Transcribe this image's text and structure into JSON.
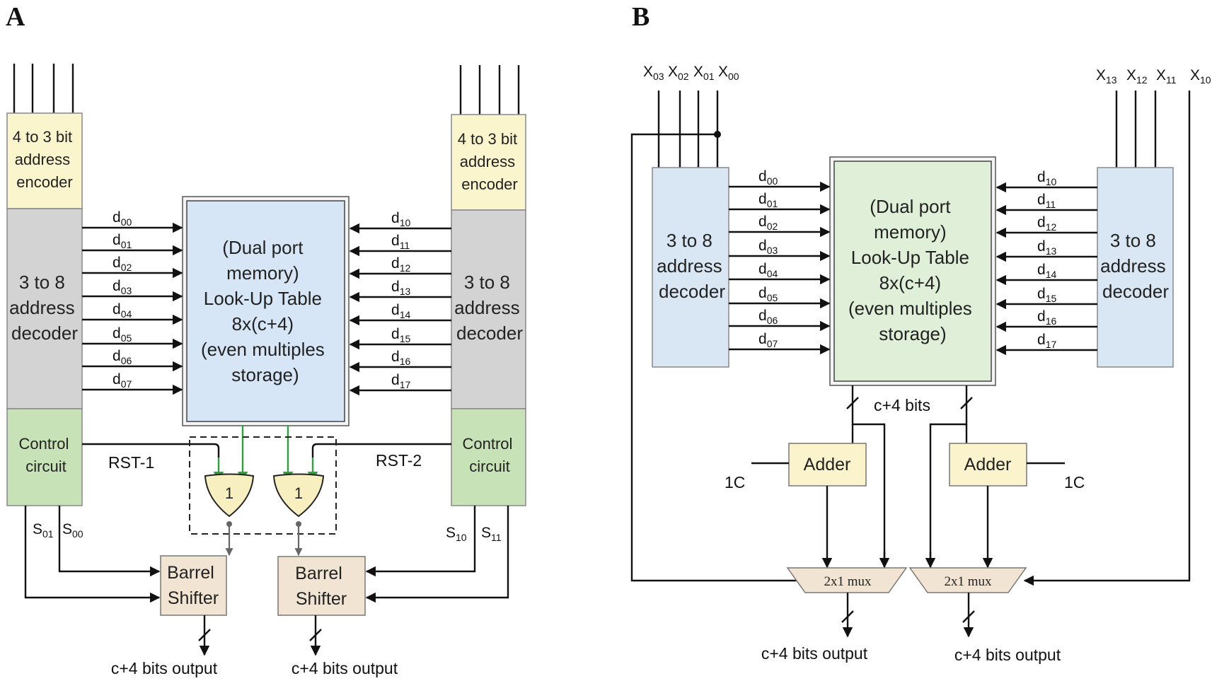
{
  "panels": {
    "a": {
      "label": "A",
      "encoder_left": [
        "4 to 3 bit",
        "address",
        "encoder"
      ],
      "encoder_right": [
        "4 to 3 bit",
        "address",
        "encoder"
      ],
      "decoder_left": [
        "3 to 8",
        "address",
        "decoder"
      ],
      "decoder_right": [
        "3 to 8",
        "address",
        "decoder"
      ],
      "control_left": [
        "Control",
        "circuit"
      ],
      "control_right": [
        "Control",
        "circuit"
      ],
      "lut": [
        "(Dual port",
        "memory)",
        "Look-Up Table",
        "8x(c+4)",
        "(even multiples",
        "storage)"
      ],
      "d_left": [
        [
          "d",
          "00"
        ],
        [
          "d",
          "01"
        ],
        [
          "d",
          "02"
        ],
        [
          "d",
          "03"
        ],
        [
          "d",
          "04"
        ],
        [
          "d",
          "05"
        ],
        [
          "d",
          "06"
        ],
        [
          "d",
          "07"
        ]
      ],
      "d_right": [
        [
          "d",
          "10"
        ],
        [
          "d",
          "11"
        ],
        [
          "d",
          "12"
        ],
        [
          "d",
          "13"
        ],
        [
          "d",
          "14"
        ],
        [
          "d",
          "15"
        ],
        [
          "d",
          "16"
        ],
        [
          "d",
          "17"
        ]
      ],
      "rst1": "RST-1",
      "rst2": "RST-2",
      "gate_left": "1",
      "gate_right": "1",
      "s_left": [
        [
          "S",
          "01"
        ],
        [
          "S",
          "00"
        ]
      ],
      "s_right": [
        [
          "S",
          "10"
        ],
        [
          "S",
          "11"
        ]
      ],
      "shifter_left": [
        "Barrel",
        "Shifter"
      ],
      "shifter_right": [
        "Barrel",
        "Shifter"
      ],
      "out_left": "c+4 bits output",
      "out_right": "c+4 bits output"
    },
    "b": {
      "label": "B",
      "x_left": [
        [
          "X",
          "03"
        ],
        [
          "X",
          "02"
        ],
        [
          "X",
          "01"
        ],
        [
          "X",
          "00"
        ]
      ],
      "x_right": [
        [
          "X",
          "13"
        ],
        [
          "X",
          "12"
        ],
        [
          "X",
          "11"
        ],
        [
          "X",
          "10"
        ]
      ],
      "decoder_left": [
        "3 to 8",
        "address",
        "decoder"
      ],
      "decoder_right": [
        "3 to 8",
        "address",
        "decoder"
      ],
      "lut": [
        "(Dual port",
        "memory)",
        "Look-Up Table",
        "8x(c+4)",
        "(even multiples",
        "storage)"
      ],
      "d_left": [
        [
          "d",
          "00"
        ],
        [
          "d",
          "01"
        ],
        [
          "d",
          "02"
        ],
        [
          "d",
          "03"
        ],
        [
          "d",
          "04"
        ],
        [
          "d",
          "05"
        ],
        [
          "d",
          "06"
        ],
        [
          "d",
          "07"
        ]
      ],
      "d_right": [
        [
          "d",
          "10"
        ],
        [
          "d",
          "11"
        ],
        [
          "d",
          "12"
        ],
        [
          "d",
          "13"
        ],
        [
          "d",
          "14"
        ],
        [
          "d",
          "15"
        ],
        [
          "d",
          "16"
        ],
        [
          "d",
          "17"
        ]
      ],
      "bus_label": "c+4 bits",
      "adder_left": "Adder",
      "adder_right": "Adder",
      "oc_left": "1C",
      "oc_right": "1C",
      "mux_left": "2x1 mux",
      "mux_right": "2x1 mux",
      "out_left": "c+4 bits output",
      "out_right": "c+4 bits output"
    }
  },
  "colors": {
    "encoder": "#fbf5cd",
    "decoder_gray": "#d3d3d3",
    "control": "#c8e2b8",
    "lut_a": "#d6e6f6",
    "lut_b": "#e0efd8",
    "decoder_blue": "#d9e6f4",
    "adder": "#faf3cc",
    "shifter": "#f2e4d2",
    "gate": "#f7efbf",
    "mux": "#f2e4d2",
    "green_wire": "#2ba33a"
  }
}
